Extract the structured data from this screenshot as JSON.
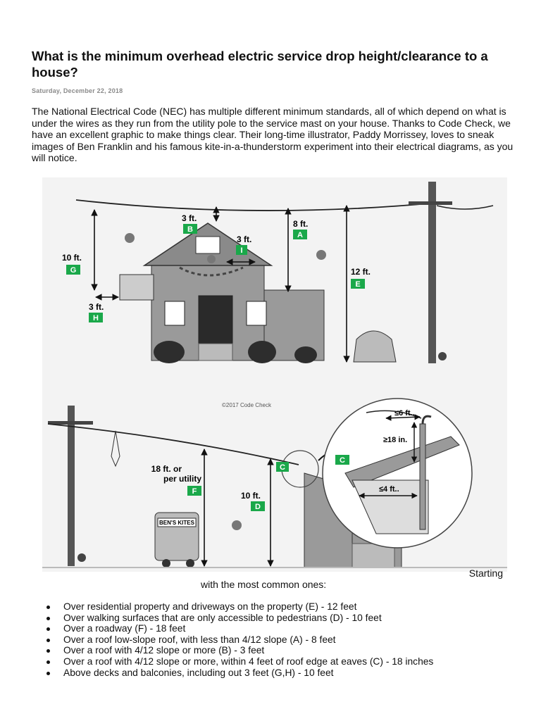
{
  "article": {
    "title": "What is the minimum overhead electric service drop height/clearance to a house?",
    "date": "Saturday, December 22, 2018",
    "intro": "The National Electrical Code (NEC) has multiple different minimum standards, all of which depend on what is under the wires as they run from the utility pole to the service mast on your house. Thanks to Code Check, we have an excellent graphic to make things clear. Their long-time illustrator, Paddy Morrissey, loves to sneak images of Ben Franklin and his famous kite-in-a-thunderstorm experiment into their electrical diagrams, as you will notice.",
    "starting": "Starting",
    "common": "with the most common ones:",
    "rules": [
      "Over residential property and driveways on the property (E) - 12 feet",
      "Over walking surfaces that are only accessible to pedestrians (D) - 10 feet",
      "Over a roadway (F) - 18 feet",
      "Over a roof low-slope roof, with less than 4/12 slope (A) - 8 feet",
      "Over a roof with 4/12 slope or more (B) - 3 feet",
      "Over a roof with 4/12 slope or more, within 4 feet of roof edge at eaves (C) - 18 inches",
      "Above decks and balconies, including out 3 feet (G,H) - 10 feet"
    ]
  },
  "figure": {
    "accent_color": "#1aa84a",
    "top": {
      "b_value": "3 ft.",
      "b_tag": "B",
      "i_value": "3 ft.",
      "i_tag": "I",
      "a_value": "8 ft.",
      "a_tag": "A",
      "g_value": "10 ft.",
      "g_tag": "G",
      "h_value": "3 ft.",
      "h_tag": "H",
      "e_value": "12 ft.",
      "e_tag": "E"
    },
    "bottom": {
      "copyright": "©2017 Code Check",
      "f_value_1": "18 ft. or",
      "f_value_2": "per utility",
      "f_tag": "F",
      "d_value": "10 ft.",
      "d_tag": "D",
      "c_tag": "C",
      "truck_sign": "BEN'S KITES",
      "inset_6": "≤6 ft..",
      "inset_18": "≥18 in.",
      "inset_4": "≤4 ft..",
      "inset_tag": "C"
    }
  }
}
